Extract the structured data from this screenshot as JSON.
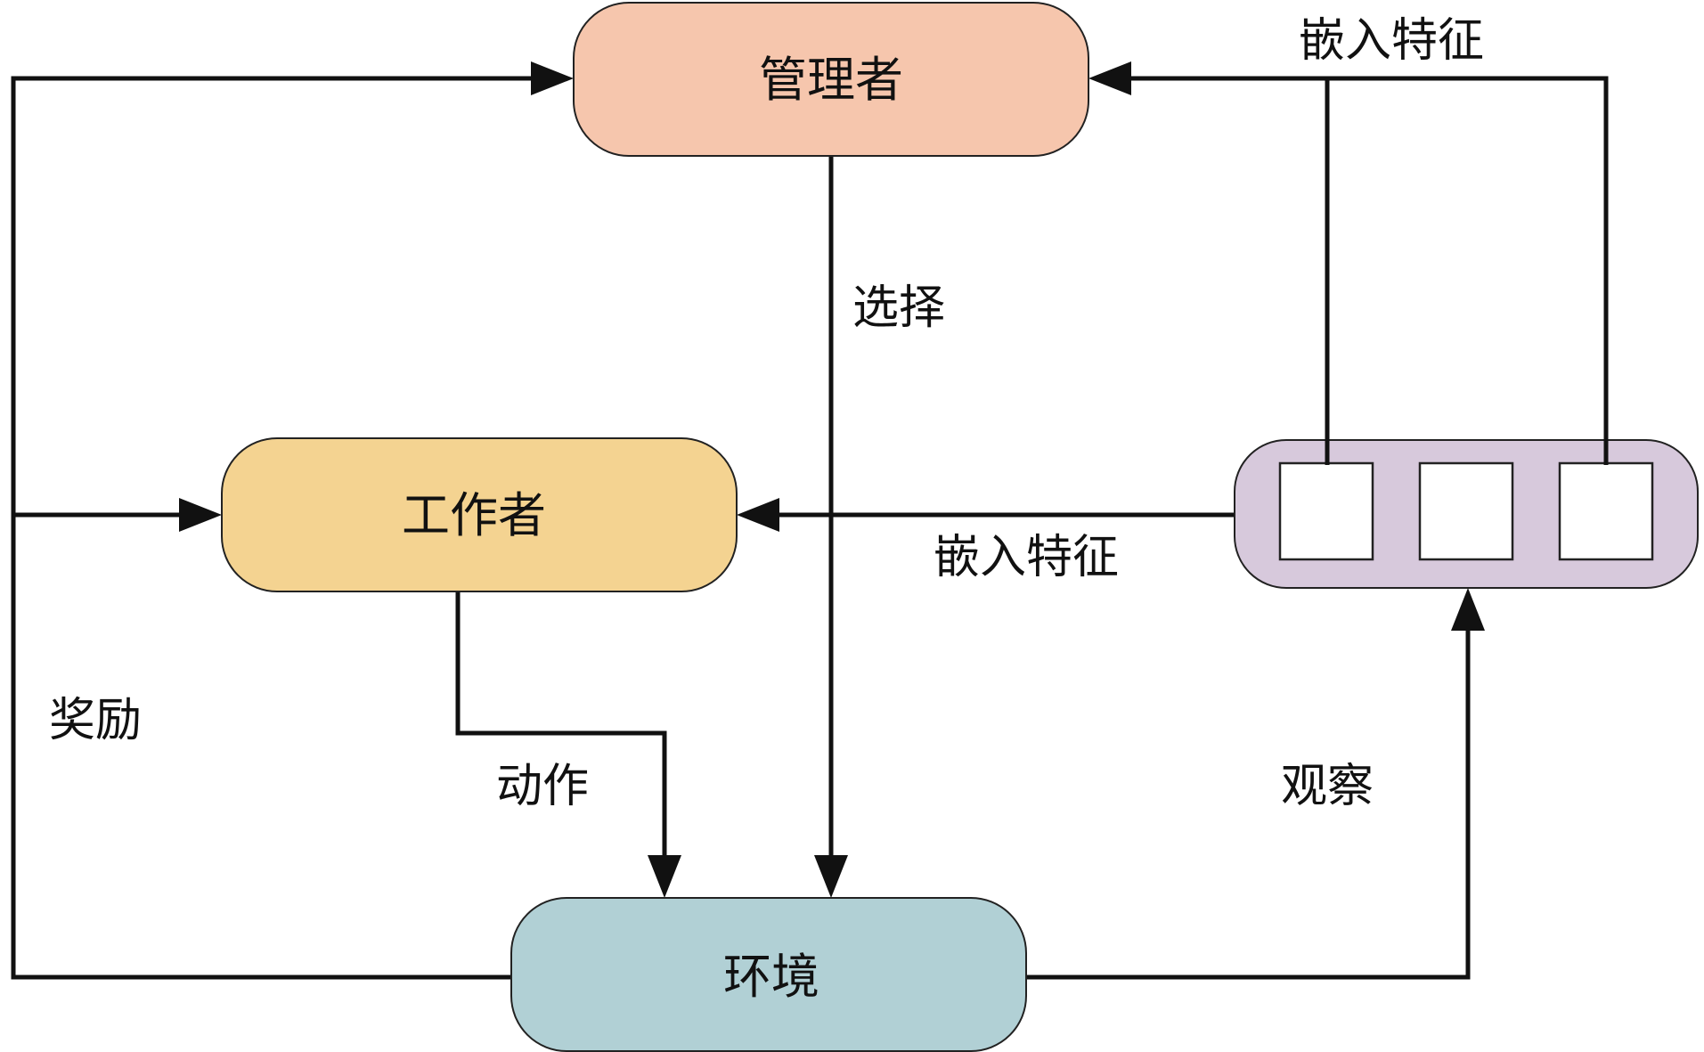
{
  "nodes": {
    "manager": {
      "label": "管理者",
      "color": "#F6C6AD"
    },
    "worker": {
      "label": "工作者",
      "color": "#F4D391"
    },
    "environment": {
      "label": "环境",
      "color": "#B1D0D5"
    },
    "observation": {
      "color": "#D7C9DC",
      "cells": 3
    }
  },
  "edges": {
    "select": {
      "label": "选择"
    },
    "action": {
      "label": "动作"
    },
    "reward": {
      "label": "奖励"
    },
    "observe": {
      "label": "观察"
    },
    "embed_to_manager": {
      "label": "嵌入特征"
    },
    "embed_to_worker": {
      "label": "嵌入特征"
    }
  }
}
